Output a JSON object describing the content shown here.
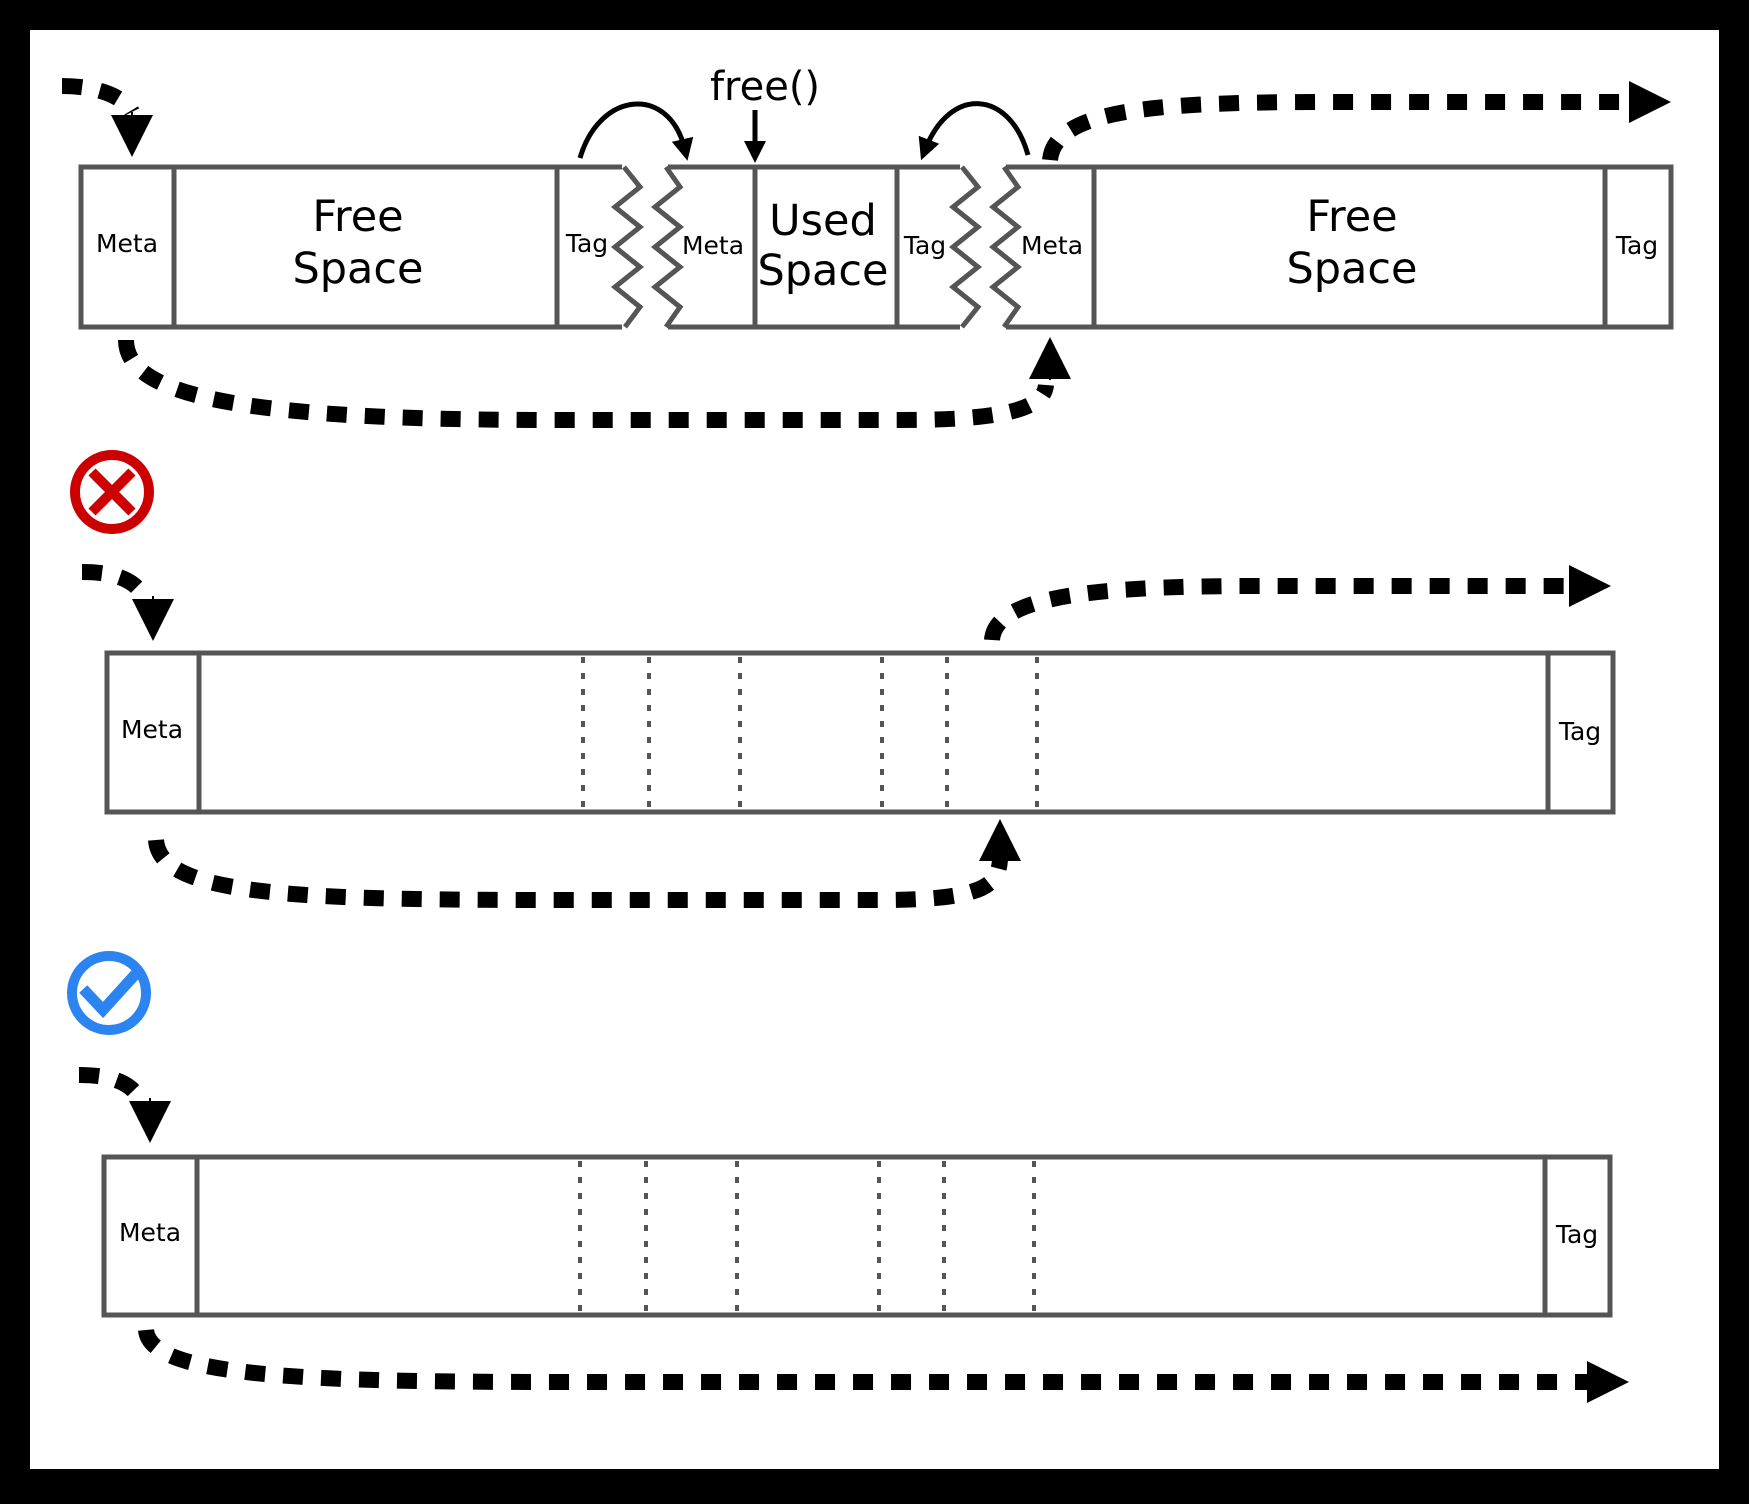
{
  "call_label": "free()",
  "top_row": {
    "left_block": {
      "meta": "Meta",
      "body": [
        "Free",
        "Space"
      ],
      "tag": "Tag"
    },
    "middle_block": {
      "meta": "Meta",
      "body": [
        "Used",
        "Space"
      ],
      "tag": "Tag"
    },
    "right_block": {
      "meta": "Meta",
      "body": [
        "Free",
        "Space"
      ],
      "tag": "Tag"
    }
  },
  "wrong_row": {
    "meta": "Meta",
    "tag": "Tag"
  },
  "right_row": {
    "meta": "Meta",
    "tag": "Tag"
  },
  "icons": {
    "wrong": "cross-circle-icon",
    "correct": "check-circle-icon"
  },
  "colors": {
    "wrong": "#cc0000",
    "correct": "#2b84f0",
    "outline": "#555555",
    "frame": "#000000"
  }
}
